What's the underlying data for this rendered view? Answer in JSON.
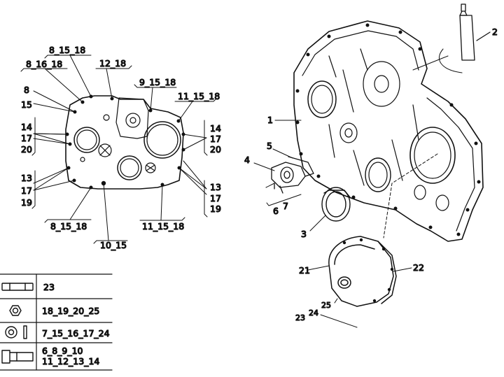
{
  "parts": {
    "p1": "1",
    "p2": "2",
    "p3": "3",
    "p4": "4",
    "p5": "5",
    "p6": "6",
    "p7": "7",
    "p21": "21",
    "p22": "22",
    "p23": "23",
    "p24": "24",
    "p25": "25"
  },
  "callouts": {
    "c_8_15_18_top": "8_15_18",
    "c_8_16_18": "8_16_18",
    "c_12_18": "12_18",
    "c_9_15_18": "9_15_18",
    "c_11_15_18_top": "11_15_18",
    "c_8": "8",
    "c_15": "15",
    "c_14_left": "14",
    "c_17_left": "17",
    "c_20_left": "20",
    "c_14_right": "14",
    "c_17_right": "17",
    "c_20_right": "20",
    "c_13_left": "13",
    "c_17b_left": "17",
    "c_19_left": "19",
    "c_13_right": "13",
    "c_17b_right": "17",
    "c_19_right": "19",
    "c_8_15_18_bottom": "8_15_18",
    "c_10_15": "10_15",
    "c_11_15_18_bottom": "11_15_18"
  },
  "legend": {
    "rows": [
      {
        "icon": "stud-icon",
        "parts": "23"
      },
      {
        "icon": "nut-icon",
        "parts": "18_19_20_25"
      },
      {
        "icon": "washer-pin-icon",
        "parts": "7_15_16_17_24"
      },
      {
        "icon": "bolt-icon",
        "parts_line1": "6_8_9_10",
        "parts_line2": "11_12_13_14"
      }
    ]
  }
}
